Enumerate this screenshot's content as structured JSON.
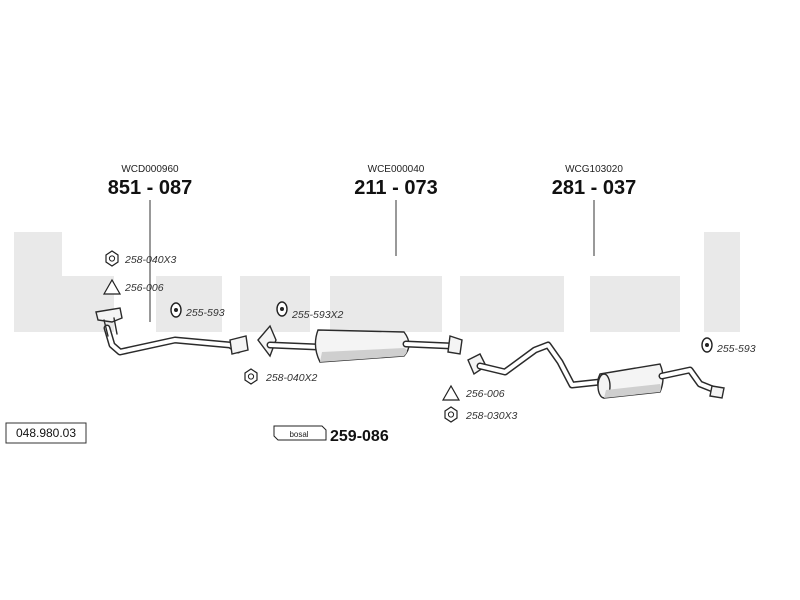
{
  "diagram_id": "048.980.03",
  "brand_watermark": "bosal",
  "assemblies": [
    {
      "ref": "WCD000960",
      "part": "851 - 087"
    },
    {
      "ref": "WCE000040",
      "part": "211 - 073"
    },
    {
      "ref": "WCG103020",
      "part": "281 - 037"
    }
  ],
  "accessories": [
    {
      "icon": "nut-icon",
      "code": "258-040X3"
    },
    {
      "icon": "gasket-triangle-icon",
      "code": "256-006"
    },
    {
      "icon": "rubber-mount-icon",
      "code": "255-593"
    },
    {
      "icon": "rubber-mount-icon",
      "code": "255-593X2"
    },
    {
      "icon": "nut-icon",
      "code": "258-040X2"
    },
    {
      "icon": "gasket-triangle-icon",
      "code": "256-006"
    },
    {
      "icon": "nut-icon",
      "code": "258-030X3"
    },
    {
      "icon": "rubber-mount-icon",
      "code": "255-593"
    }
  ],
  "kit": {
    "logo_text": "bosal",
    "code": "259-086"
  },
  "colors": {
    "line": "#2b2b2b",
    "watermark": "#e9e9e9"
  }
}
